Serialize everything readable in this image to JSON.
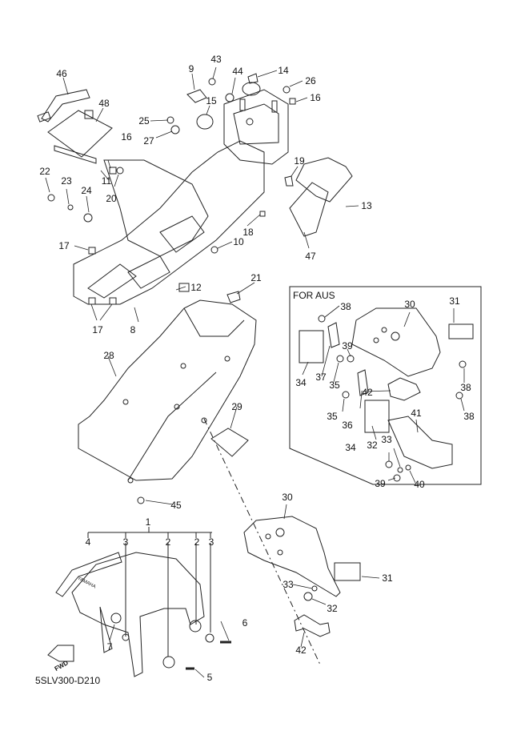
{
  "diagram": {
    "code": "5SLV300-D210",
    "aus_box_title": "FOR AUS",
    "fwd_label": "FWD",
    "brand_label": "YAMAHA",
    "callouts": [
      {
        "id": "c46",
        "text": "46"
      },
      {
        "id": "c48",
        "text": "48"
      },
      {
        "id": "c22",
        "text": "22"
      },
      {
        "id": "c23",
        "text": "23"
      },
      {
        "id": "c24",
        "text": "24"
      },
      {
        "id": "c11",
        "text": "11"
      },
      {
        "id": "c20",
        "text": "20"
      },
      {
        "id": "c16a",
        "text": "16"
      },
      {
        "id": "c25",
        "text": "25"
      },
      {
        "id": "c27",
        "text": "27"
      },
      {
        "id": "c9",
        "text": "9"
      },
      {
        "id": "c43",
        "text": "43"
      },
      {
        "id": "c15",
        "text": "15"
      },
      {
        "id": "c44",
        "text": "44"
      },
      {
        "id": "c14",
        "text": "14"
      },
      {
        "id": "c26",
        "text": "26"
      },
      {
        "id": "c16b",
        "text": "16"
      },
      {
        "id": "c19",
        "text": "19"
      },
      {
        "id": "c13",
        "text": "13"
      },
      {
        "id": "c47",
        "text": "47"
      },
      {
        "id": "c18",
        "text": "18"
      },
      {
        "id": "c10",
        "text": "10"
      },
      {
        "id": "c17a",
        "text": "17"
      },
      {
        "id": "c17b",
        "text": "17"
      },
      {
        "id": "c12",
        "text": "12"
      },
      {
        "id": "c8",
        "text": "8"
      },
      {
        "id": "c21",
        "text": "21"
      },
      {
        "id": "c28",
        "text": "28"
      },
      {
        "id": "c29",
        "text": "29"
      },
      {
        "id": "c45",
        "text": "45"
      },
      {
        "id": "c1",
        "text": "1"
      },
      {
        "id": "c4",
        "text": "4"
      },
      {
        "id": "c3a",
        "text": "3"
      },
      {
        "id": "c2a",
        "text": "2"
      },
      {
        "id": "c2b",
        "text": "2"
      },
      {
        "id": "c3b",
        "text": "3"
      },
      {
        "id": "c7",
        "text": "7"
      },
      {
        "id": "c6",
        "text": "6"
      },
      {
        "id": "c5",
        "text": "5"
      },
      {
        "id": "c30b",
        "text": "30"
      },
      {
        "id": "c31b",
        "text": "31"
      },
      {
        "id": "c33b",
        "text": "33"
      },
      {
        "id": "c32b",
        "text": "32"
      },
      {
        "id": "c42b",
        "text": "42"
      },
      {
        "id": "c38a",
        "text": "38"
      },
      {
        "id": "c30a",
        "text": "30"
      },
      {
        "id": "c31a",
        "text": "31"
      },
      {
        "id": "c39a",
        "text": "39"
      },
      {
        "id": "c34a",
        "text": "34"
      },
      {
        "id": "c37",
        "text": "37"
      },
      {
        "id": "c35a",
        "text": "35"
      },
      {
        "id": "c42a",
        "text": "42"
      },
      {
        "id": "c38b",
        "text": "38"
      },
      {
        "id": "c38c",
        "text": "38"
      },
      {
        "id": "c35b",
        "text": "35"
      },
      {
        "id": "c36",
        "text": "36"
      },
      {
        "id": "c41",
        "text": "41"
      },
      {
        "id": "c34b",
        "text": "34"
      },
      {
        "id": "c32a",
        "text": "32"
      },
      {
        "id": "c33a",
        "text": "33"
      },
      {
        "id": "c39b",
        "text": "39"
      },
      {
        "id": "c40",
        "text": "40"
      }
    ]
  }
}
